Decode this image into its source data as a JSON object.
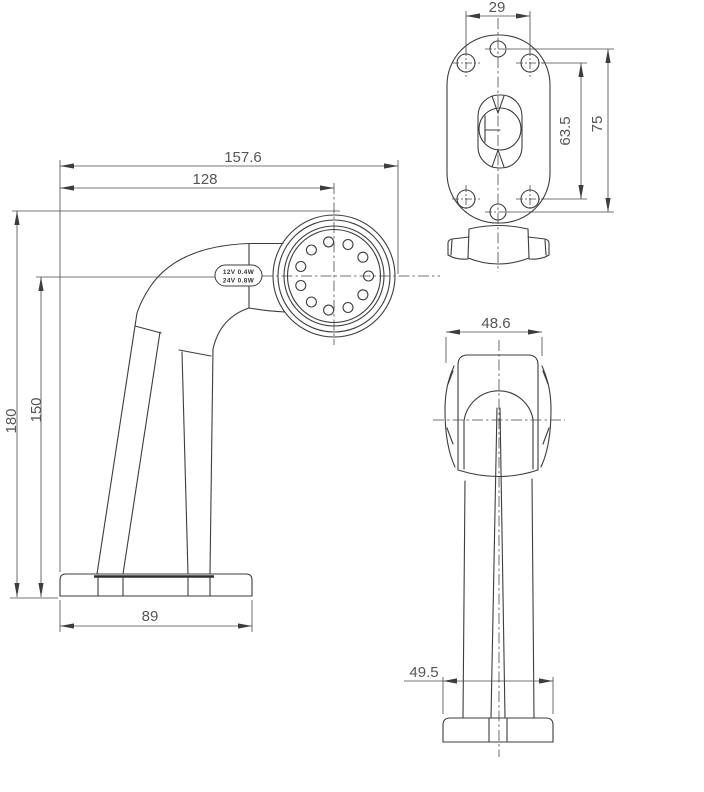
{
  "drawing": {
    "background_color": "#ffffff",
    "line_color": "#3d3d3d",
    "text_color": "#565656",
    "side_view": {
      "dim_overall_width": "157.6",
      "dim_head_center_width": "128",
      "dim_overall_height": "180",
      "dim_head_center_height": "150",
      "dim_base_width": "89",
      "rating_label": {
        "line1": "12V 0.4W",
        "line2": "24V 0.8W"
      }
    },
    "top_view": {
      "dim_hole_spacing": "29",
      "dim_hole_vertical_spacing": "63.5",
      "dim_overall_height": "75"
    },
    "front_view": {
      "dim_head_width": "48.6",
      "dim_base_width": "49.5"
    }
  }
}
